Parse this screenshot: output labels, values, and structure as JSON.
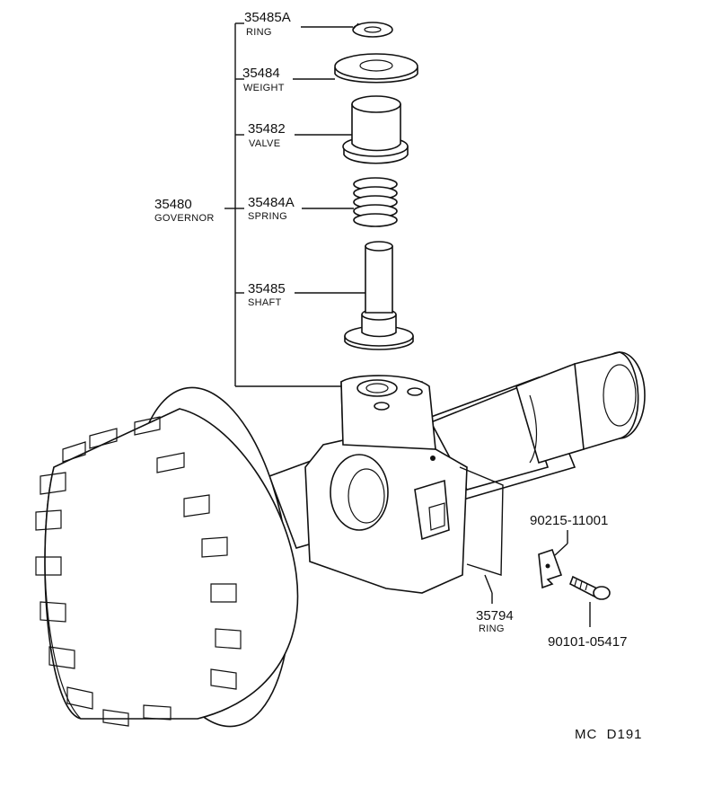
{
  "parts": {
    "ring_top": {
      "number": "35485A",
      "name": "RING"
    },
    "weight": {
      "number": "35484",
      "name": "WEIGHT"
    },
    "valve": {
      "number": "35482",
      "name": "VALVE"
    },
    "spring": {
      "number": "35484A",
      "name": "SPRING"
    },
    "shaft": {
      "number": "35485",
      "name": "SHAFT"
    },
    "governor": {
      "number": "35480",
      "name": "GOVERNOR"
    },
    "ring_bottom": {
      "number": "35794",
      "name": "RING"
    },
    "clip": {
      "number": "90215-11001"
    },
    "bolt": {
      "number": "90101-05417"
    }
  },
  "diagram_code": "MC  D191"
}
